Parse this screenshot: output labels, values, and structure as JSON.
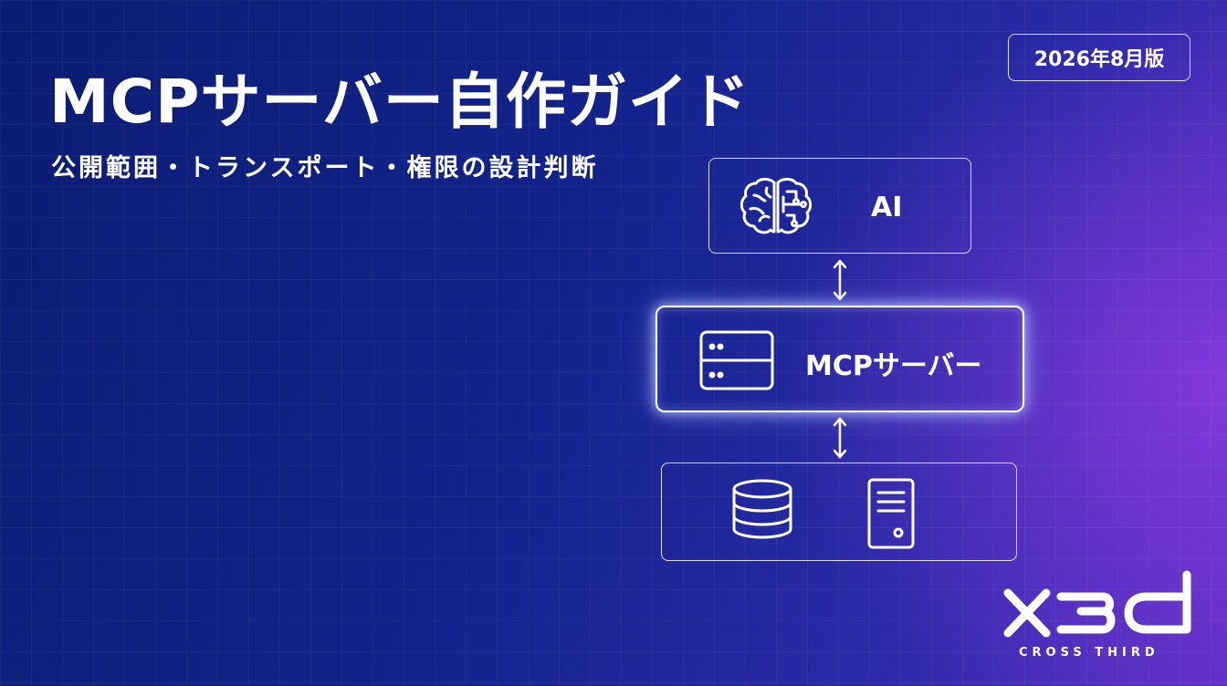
{
  "header": {
    "title": "MCPサーバー自作ガイド",
    "subtitle": "公開範囲・トランスポート・権限の設計判断",
    "edition_badge": "2026年8月版"
  },
  "diagram": {
    "nodes": [
      {
        "id": "ai",
        "label": "AI",
        "icon": "brain-circuit-icon"
      },
      {
        "id": "mcp",
        "label": "MCPサーバー",
        "icon": "server-rack-icon",
        "highlighted": true
      },
      {
        "id": "resources",
        "label": "",
        "icons": [
          "database-icon",
          "server-tower-icon"
        ]
      }
    ],
    "edges": [
      {
        "from": "ai",
        "to": "mcp",
        "style": "bidirectional-arrow"
      },
      {
        "from": "mcp",
        "to": "resources",
        "style": "bidirectional-arrow"
      }
    ]
  },
  "brand": {
    "logo_text": "X3d",
    "logo_subtitle": "CROSS THIRD"
  },
  "colors": {
    "background_start": "#0c1c72",
    "background_end": "#5a2fc4",
    "foreground": "#ffffff"
  }
}
